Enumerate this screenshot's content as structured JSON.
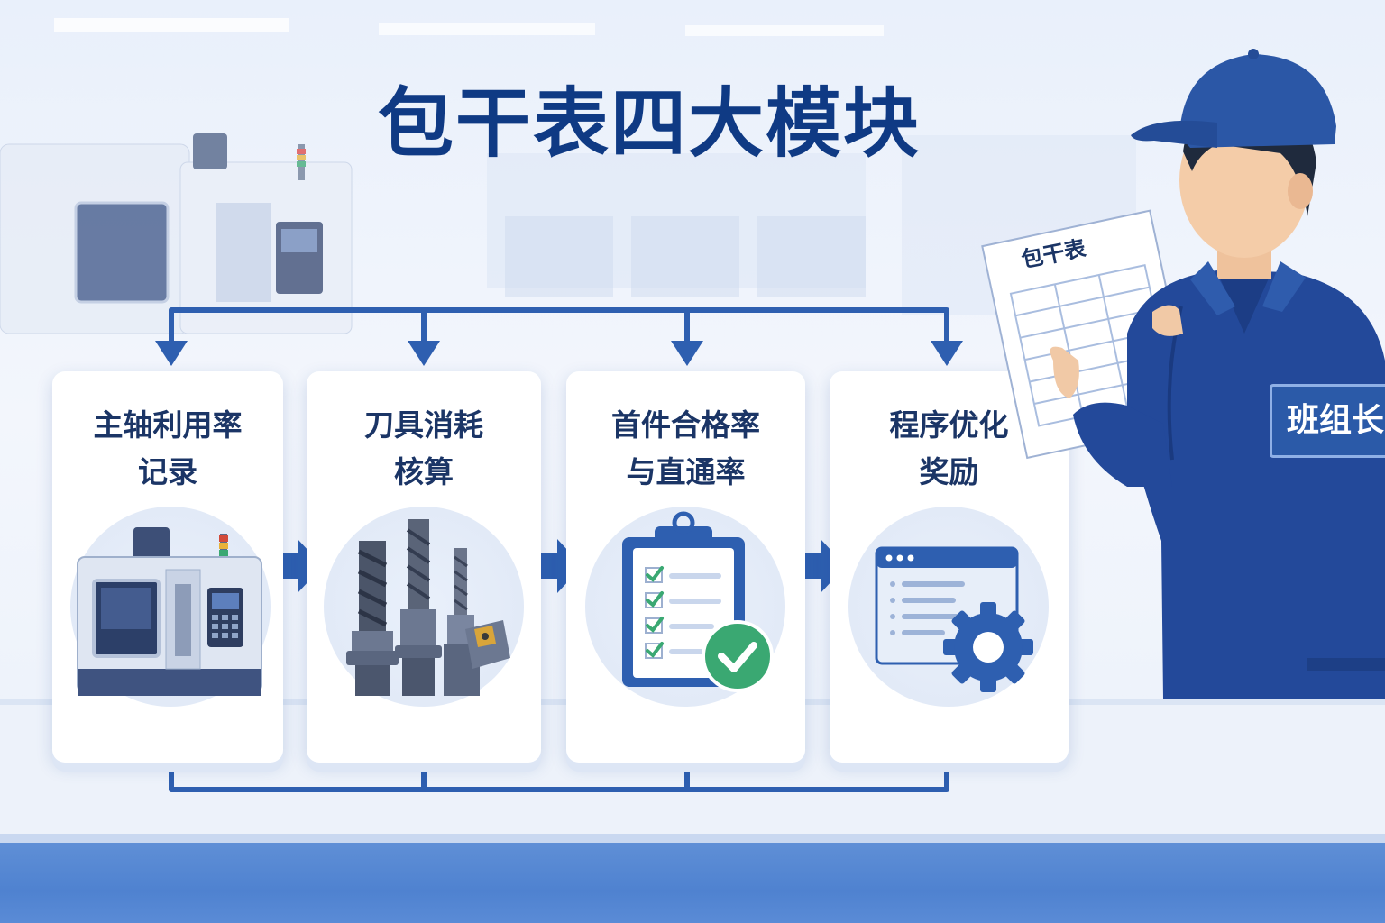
{
  "title": "包干表四大模块",
  "modules": [
    {
      "line1": "主轴利用率",
      "line2": "记录",
      "icon": "cnc-machine-icon"
    },
    {
      "line1": "刀具消耗",
      "line2": "核算",
      "icon": "cutting-tools-icon"
    },
    {
      "line1": "首件合格率",
      "line2": "与直通率",
      "icon": "checklist-clipboard-icon"
    },
    {
      "line1": "程序优化",
      "line2": "奖励",
      "icon": "program-gear-icon"
    }
  ],
  "worker": {
    "sheet_title": "包干表",
    "badge": "班组长"
  },
  "colors": {
    "title": "#0f3a84",
    "accent": "#2e5fb0",
    "check": "#3aa872",
    "uniform": "#23499a"
  }
}
